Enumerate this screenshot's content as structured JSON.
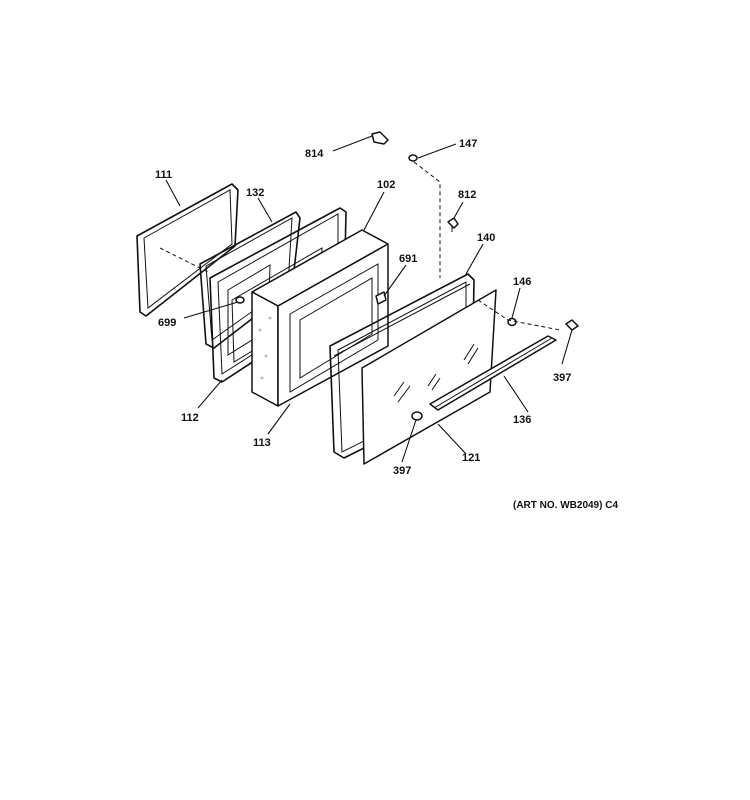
{
  "labels": {
    "p814": "814",
    "p147": "147",
    "p812": "812",
    "p111": "111",
    "p132": "132",
    "p102": "102",
    "p140": "140",
    "p691": "691",
    "p146": "146",
    "p699": "699",
    "p397a": "397",
    "p112": "112",
    "p136": "136",
    "p113": "113",
    "p397b": "397",
    "p121": "121"
  },
  "art_number": "(ART NO. WB2049) C4"
}
